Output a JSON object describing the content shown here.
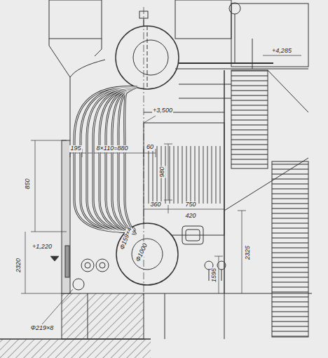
{
  "diagram": {
    "labels": [
      "+4,285",
      "+3,500",
      "850",
      "195",
      "8×110=880",
      "60",
      "980",
      "360",
      "750",
      "420",
      "Ф159×4",
      "Ф1000",
      "+1,220",
      "2320",
      "Ф219×8",
      "1595",
      "2325"
    ]
  }
}
